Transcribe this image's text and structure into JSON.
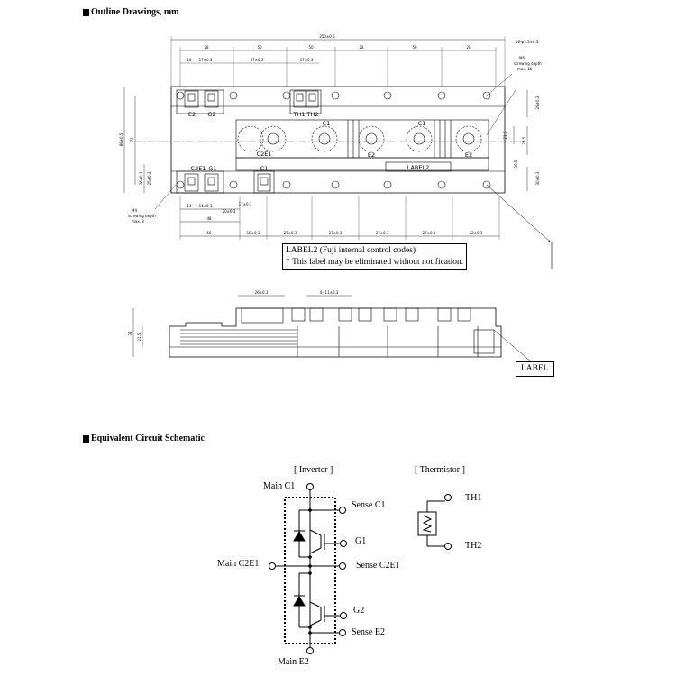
{
  "outline": {
    "title": "Outline Drawings, mm",
    "overall_width": "250±0.5",
    "top_dims": [
      "28",
      "50",
      "50",
      "28",
      "50",
      "28"
    ],
    "sub_dims": [
      "14",
      "17±0.3",
      "67±0.3",
      "17±0.3"
    ],
    "hole_note": "16-φ5.5±0.3",
    "screw_note_right": [
      "M6",
      "screwing depth",
      "max. 16"
    ],
    "screw_note_left": [
      "M4",
      "screwing depth",
      "max. 8"
    ],
    "terminals_top": [
      "E2",
      "G2",
      "TH1",
      "TH2"
    ],
    "terminals_bottom": [
      "C2E1",
      "G1",
      "C1"
    ],
    "main_terminals": [
      "C1",
      "C2E1",
      "E2",
      "C1",
      "E2"
    ],
    "label2_text": "LABEL2",
    "left_dims": [
      "89±0.5",
      "73",
      "26±0.3",
      "25±0.3"
    ],
    "right_dims": [
      "21.5",
      "24.5",
      "39.5",
      "29±0.3",
      "30±0.3"
    ],
    "bottom_dims": [
      "56",
      "48",
      "18±0.3",
      "27±0.3",
      "27±0.3",
      "27±0.3",
      "27±0.3",
      "52±0.3"
    ],
    "small_bottom_dims": [
      "14",
      "14±0.3",
      "20±0.3",
      "17±0.3"
    ],
    "label2_desc": "LABEL2 (Fuji internal control codes)",
    "label2_note": "* This label may be eliminated without notification."
  },
  "side_view": {
    "dims_top": [
      "26±0.3",
      "4−11±0.3"
    ],
    "dims_left": [
      "38",
      "21.5"
    ],
    "label": "LABEL"
  },
  "schematic": {
    "title": "Equivalent Circuit Schematic",
    "inverter": "[ Inverter ]",
    "thermistor": "[ Thermistor ]",
    "pins": {
      "main_c1": "Main C1",
      "sense_c1": "Sense C1",
      "g1": "G1",
      "main_c2e1": "Main C2E1",
      "sense_c2e1": "Sense C2E1",
      "g2": "G2",
      "sense_e2": "Sense E2",
      "main_e2": "Main E2",
      "th1": "TH1",
      "th2": "TH2"
    }
  }
}
